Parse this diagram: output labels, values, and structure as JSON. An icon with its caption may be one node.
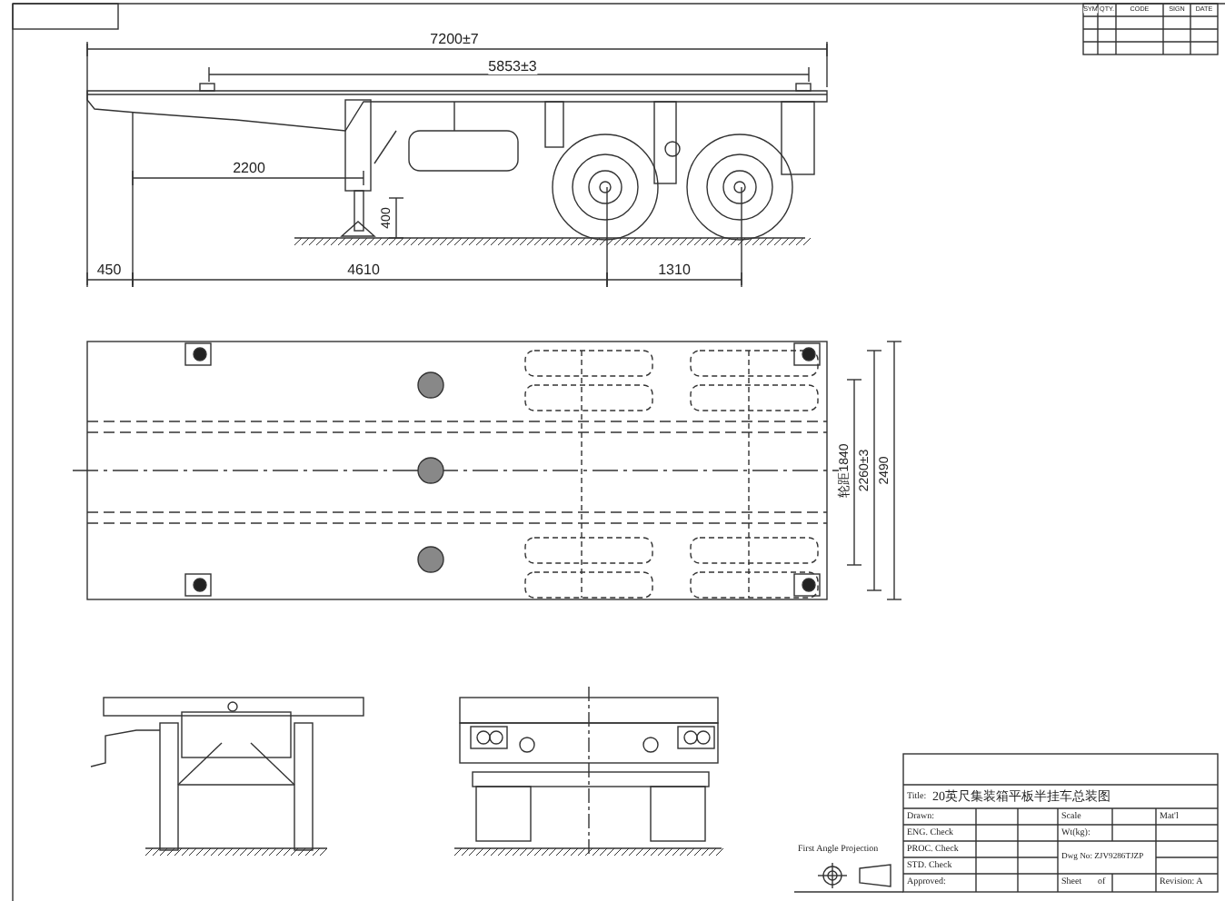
{
  "diagram": {
    "labels": [
      "7200±7",
      "5853±3",
      "2200",
      "400",
      "450",
      "4610",
      "1310",
      "轮距1840",
      "2260±3",
      "2490",
      "SYM",
      "QTY.",
      "CODE",
      "SIGN",
      "DATE",
      "Title:",
      "20英尺集装箱平板半挂车总装图",
      "Drawn:",
      "Scale",
      "Mat'l",
      "ENG. Check",
      "Wt(kg):",
      "First Angle Projection",
      "PROC. Check",
      "Dwg No: ZJV9286TJZP",
      "STD. Check",
      "Approved:",
      "Sheet",
      "of",
      "Revision: A"
    ]
  }
}
